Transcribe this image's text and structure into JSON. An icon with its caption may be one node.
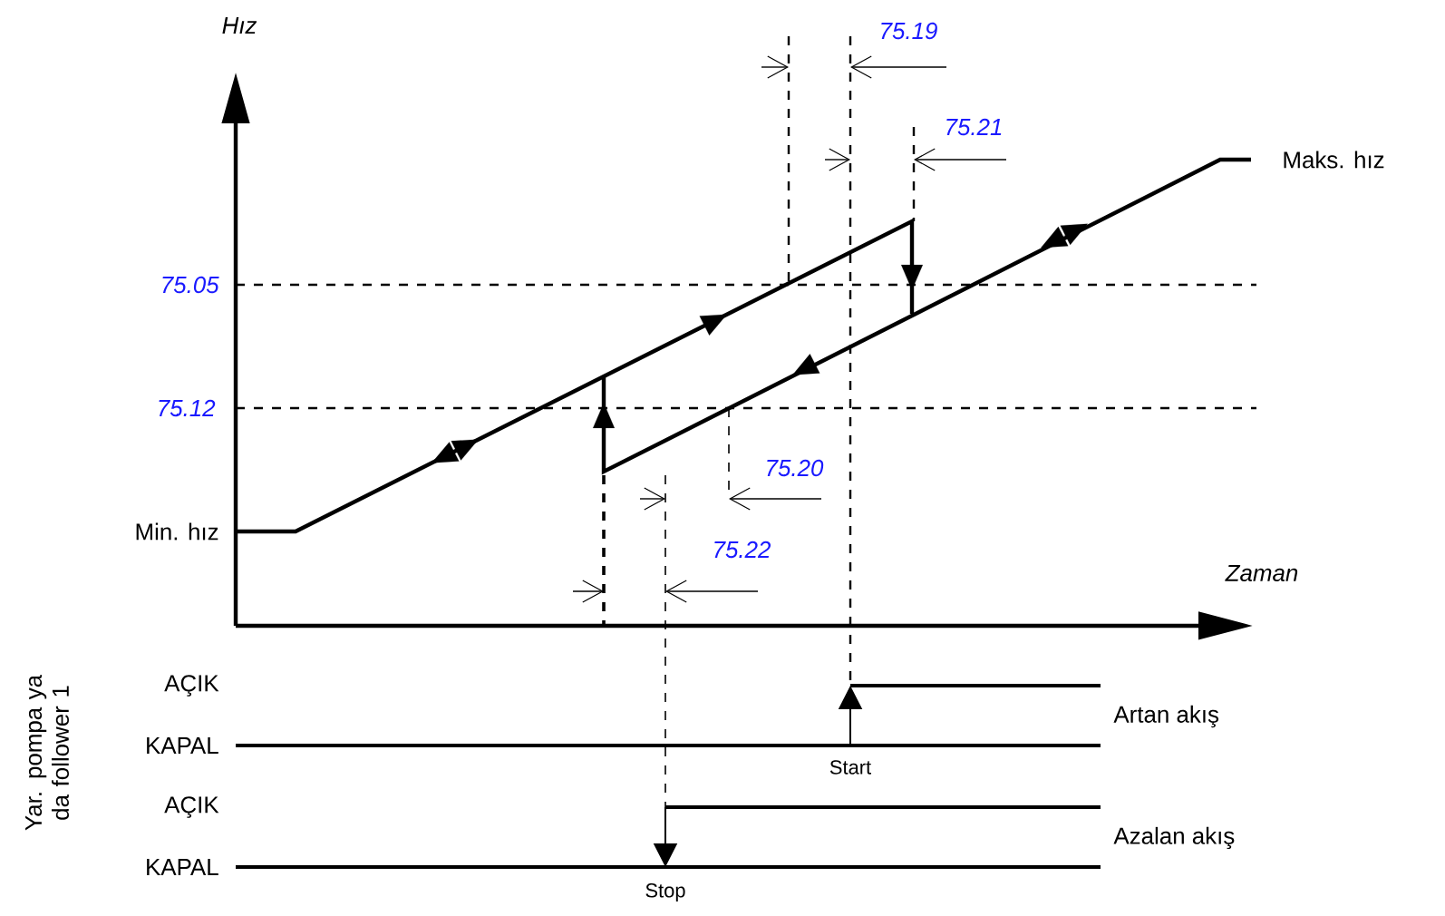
{
  "diagram": {
    "labels": [
      "Hız",
      "75.19",
      "75.21",
      "Maks. hız",
      "75.05",
      "75.12",
      "75.20",
      "Min. hız",
      "75.22",
      "Zaman",
      "Yar. pompa ya da follower 1",
      "AÇIK",
      "Artan akış",
      "KAPAL",
      "Start",
      "AÇIK",
      "Azalan akış",
      "KAPAL",
      "Stop"
    ]
  }
}
